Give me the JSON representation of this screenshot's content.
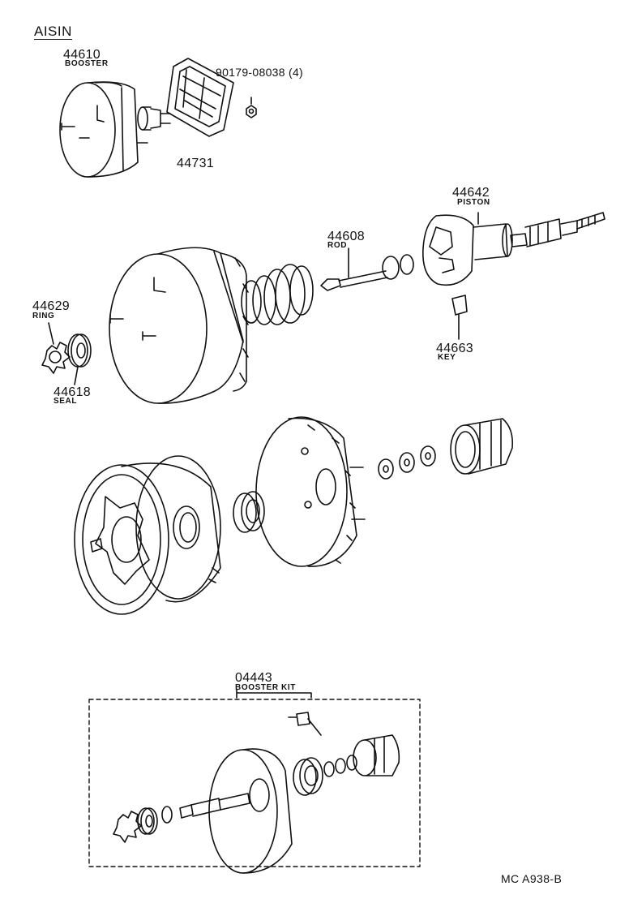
{
  "brand": "AISIN",
  "diagram_code": "MC A938-B",
  "parts": {
    "booster": {
      "number": "44610",
      "name": "BOOSTER"
    },
    "gasket": {
      "number": "44731"
    },
    "nut": {
      "number": "90179-08038 (4)"
    },
    "piston": {
      "number": "44642",
      "name": "PISTON"
    },
    "rod": {
      "number": "44608",
      "name": "ROD"
    },
    "ring": {
      "number": "44629",
      "name": "RING"
    },
    "seal": {
      "number": "44618",
      "name": "SEAL"
    },
    "key": {
      "number": "44663",
      "name": "KEY"
    },
    "kit": {
      "number": "04443",
      "name": "BOOSTER KIT"
    }
  }
}
